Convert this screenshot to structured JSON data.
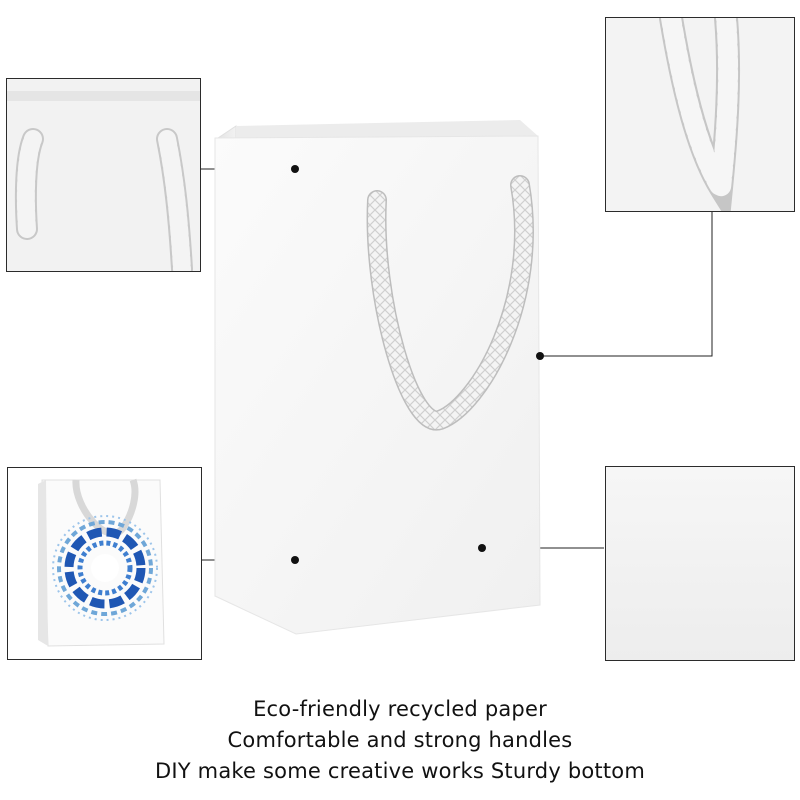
{
  "features": {
    "line1": "Eco-friendly recycled paper",
    "line2": "Comfortable and strong handles",
    "line3": "DIY make some creative works Sturdy bottom"
  }
}
